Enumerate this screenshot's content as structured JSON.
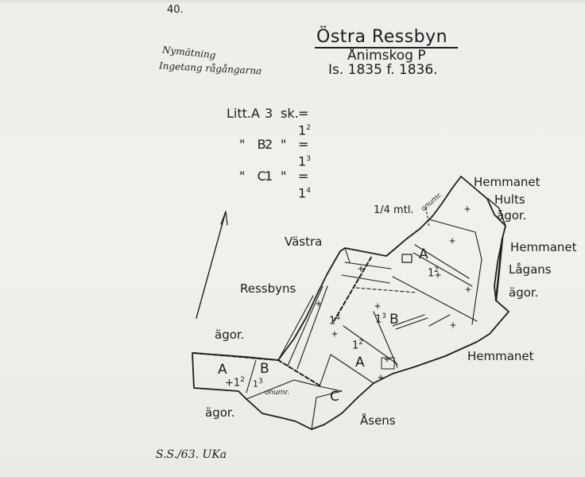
{
  "sheet_number": "40.",
  "title": "Östra Ressbyn",
  "parish": "Ånimskog P",
  "dates": "Is. 1835 f. 1836.",
  "notes": [
    "Nymätning",
    "Ingetang rågångarna"
  ],
  "legend": [
    {
      "prefix": "Litt.",
      "letter": "A",
      "count": "3",
      "unit": "sk.",
      "eq": "= 1",
      "exp": "2"
    },
    {
      "prefix": "\"",
      "letter": "B",
      "count": "2",
      "unit": "\"",
      "eq": "= 1",
      "exp": "3"
    },
    {
      "prefix": "\"",
      "letter": "C",
      "count": "1",
      "unit": "\"",
      "eq": "= 1",
      "exp": "4"
    }
  ],
  "labels": {
    "hult_1": "Hemmanet",
    "hult_2": "Hults",
    "hult_3": "ägor.",
    "lagan_1": "Hemmanet",
    "lagan_2": "Lågans",
    "lagan_3": "ägor.",
    "asen_1": "Hemmanet",
    "asen_2": "Åsens",
    "vastra_1": "Västra",
    "vastra_2": "Ressbyns",
    "vastra_3": "ägor.",
    "vastra_4": "ägor.",
    "mtl": "1/4 mtl.",
    "onumr_top": "onumr.",
    "onumr_bottom": "onumr."
  },
  "parcels": [
    {
      "id": "A-east",
      "letter": "A",
      "share": "1",
      "exp": "2"
    },
    {
      "id": "B-mid",
      "letter": "B",
      "share": "1",
      "exp": "3"
    },
    {
      "id": "A-mid",
      "letter": "A",
      "share": "1",
      "exp": "2"
    },
    {
      "id": "C-south",
      "letter": "C"
    },
    {
      "id": "strip-14",
      "share": "1",
      "exp": "4"
    },
    {
      "id": "A-west",
      "letter": "A",
      "share": "1",
      "exp": "2"
    },
    {
      "id": "B-west",
      "letter": "B",
      "share": "1",
      "exp": "3"
    }
  ],
  "signature": "S.S./63. UKa"
}
